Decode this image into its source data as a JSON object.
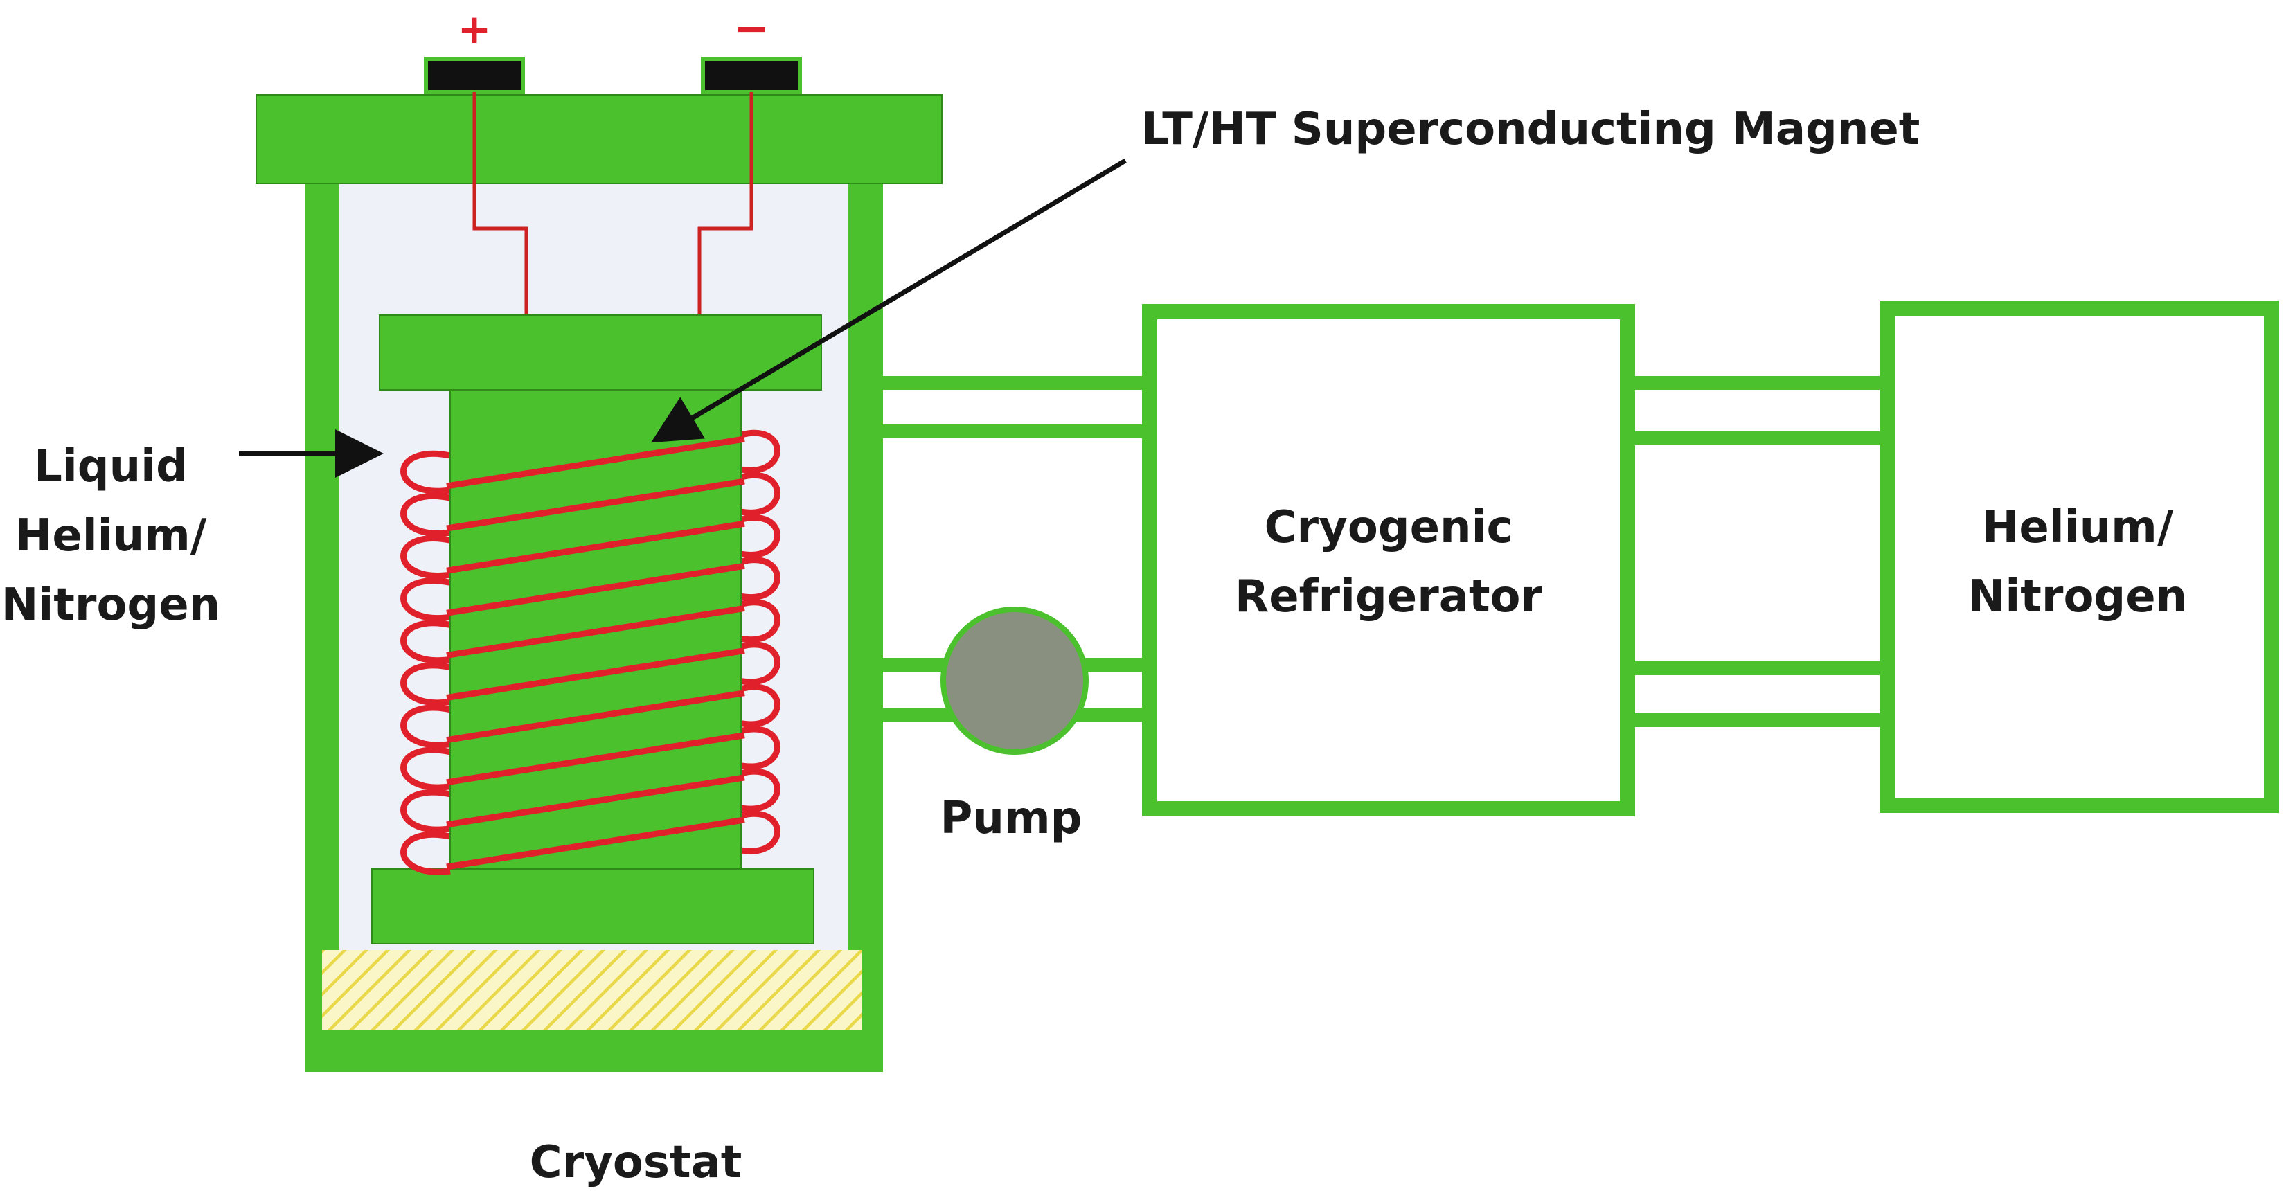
{
  "labels": {
    "plus": "+",
    "minus": "−",
    "magnet": "LT/HT Superconducting Magnet",
    "liquid_line1": "Liquid",
    "liquid_line2": "Helium/",
    "liquid_line3": "Nitrogen",
    "refrigerator_line1": "Cryogenic",
    "refrigerator_line2": "Refrigerator",
    "supply_line1": "Helium/",
    "supply_line2": "Nitrogen",
    "pump": "Pump",
    "cryostat": "Cryostat"
  },
  "colors": {
    "green": "#4bc12d",
    "wire": "#cc2222",
    "coil": "#e0202a",
    "liquid": "#eef1f8",
    "pump": "#8a9080",
    "base_hatch": "#e8d84a",
    "terminal": "#111111",
    "arrow": "#111111"
  },
  "coil": {
    "turns": 10
  }
}
